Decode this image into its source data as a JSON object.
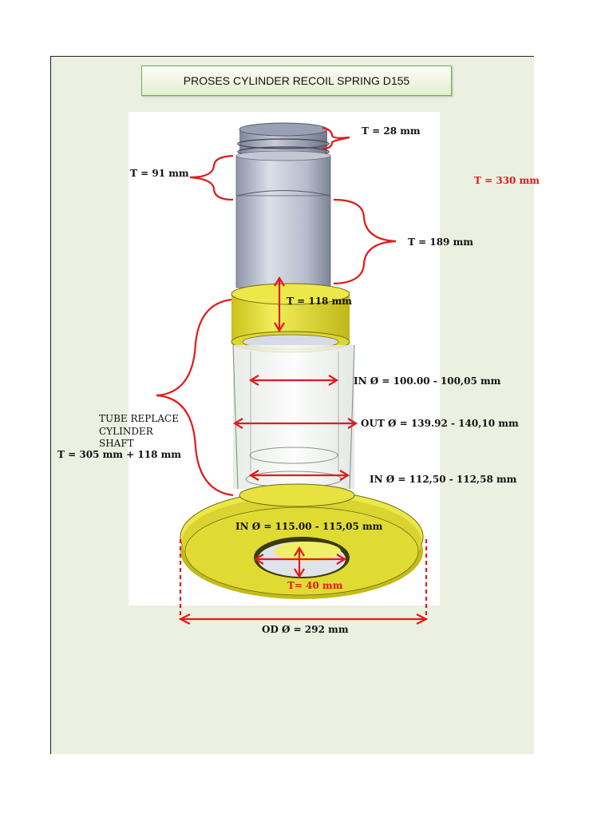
{
  "title": "PROSES CYLINDER RECOIL SPRING D155",
  "labels": {
    "t_top": "T = 28 mm",
    "t_91": "T = 91 mm",
    "t_total": "T = 330 mm",
    "t_189": "T = 189 mm",
    "t_118": "T = 118 mm",
    "in_dia_1": "IN Ø = 100.00 - 100,05 mm",
    "out_dia": "OUT Ø = 139.92 - 140,10 mm",
    "in_dia_2": "IN Ø = 112,50 - 112,58 mm",
    "in_dia_3": "IN Ø = 115.00 - 115,05 mm",
    "t_flange": "T= 40 mm",
    "od_dia": "OD Ø = 292 mm",
    "tube_note_1": "TUBE REPLACE",
    "tube_note_2": "CYLINDER",
    "tube_note_3": "SHAFT",
    "tube_total": "T = 305  mm + 118 mm"
  },
  "colors": {
    "annotation_red": "#e01b1b",
    "sheet_bg": "#ebf0e0",
    "yellow_part": "#e6e13a",
    "steel": "#b9bfd0"
  }
}
